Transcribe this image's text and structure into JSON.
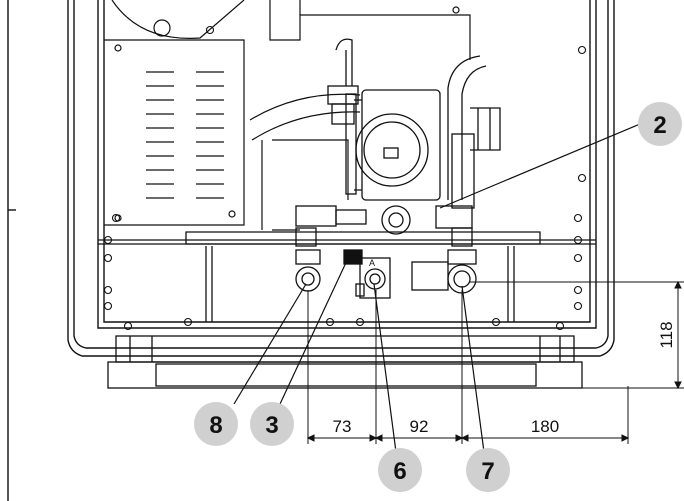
{
  "figure": {
    "type": "technical-drawing",
    "subject": "boiler lower connections, front view",
    "line_color": "#111111",
    "callout_color": "#d0d0d0"
  },
  "callouts": [
    {
      "id": "2",
      "label": "2"
    },
    {
      "id": "8",
      "label": "8"
    },
    {
      "id": "3",
      "label": "3"
    },
    {
      "id": "6",
      "label": "6"
    },
    {
      "id": "7",
      "label": "7"
    }
  ],
  "dimensions": {
    "d73": "73",
    "d92": "92",
    "d180": "180",
    "d118": "118"
  },
  "marks": {
    "valve_label": "A"
  }
}
